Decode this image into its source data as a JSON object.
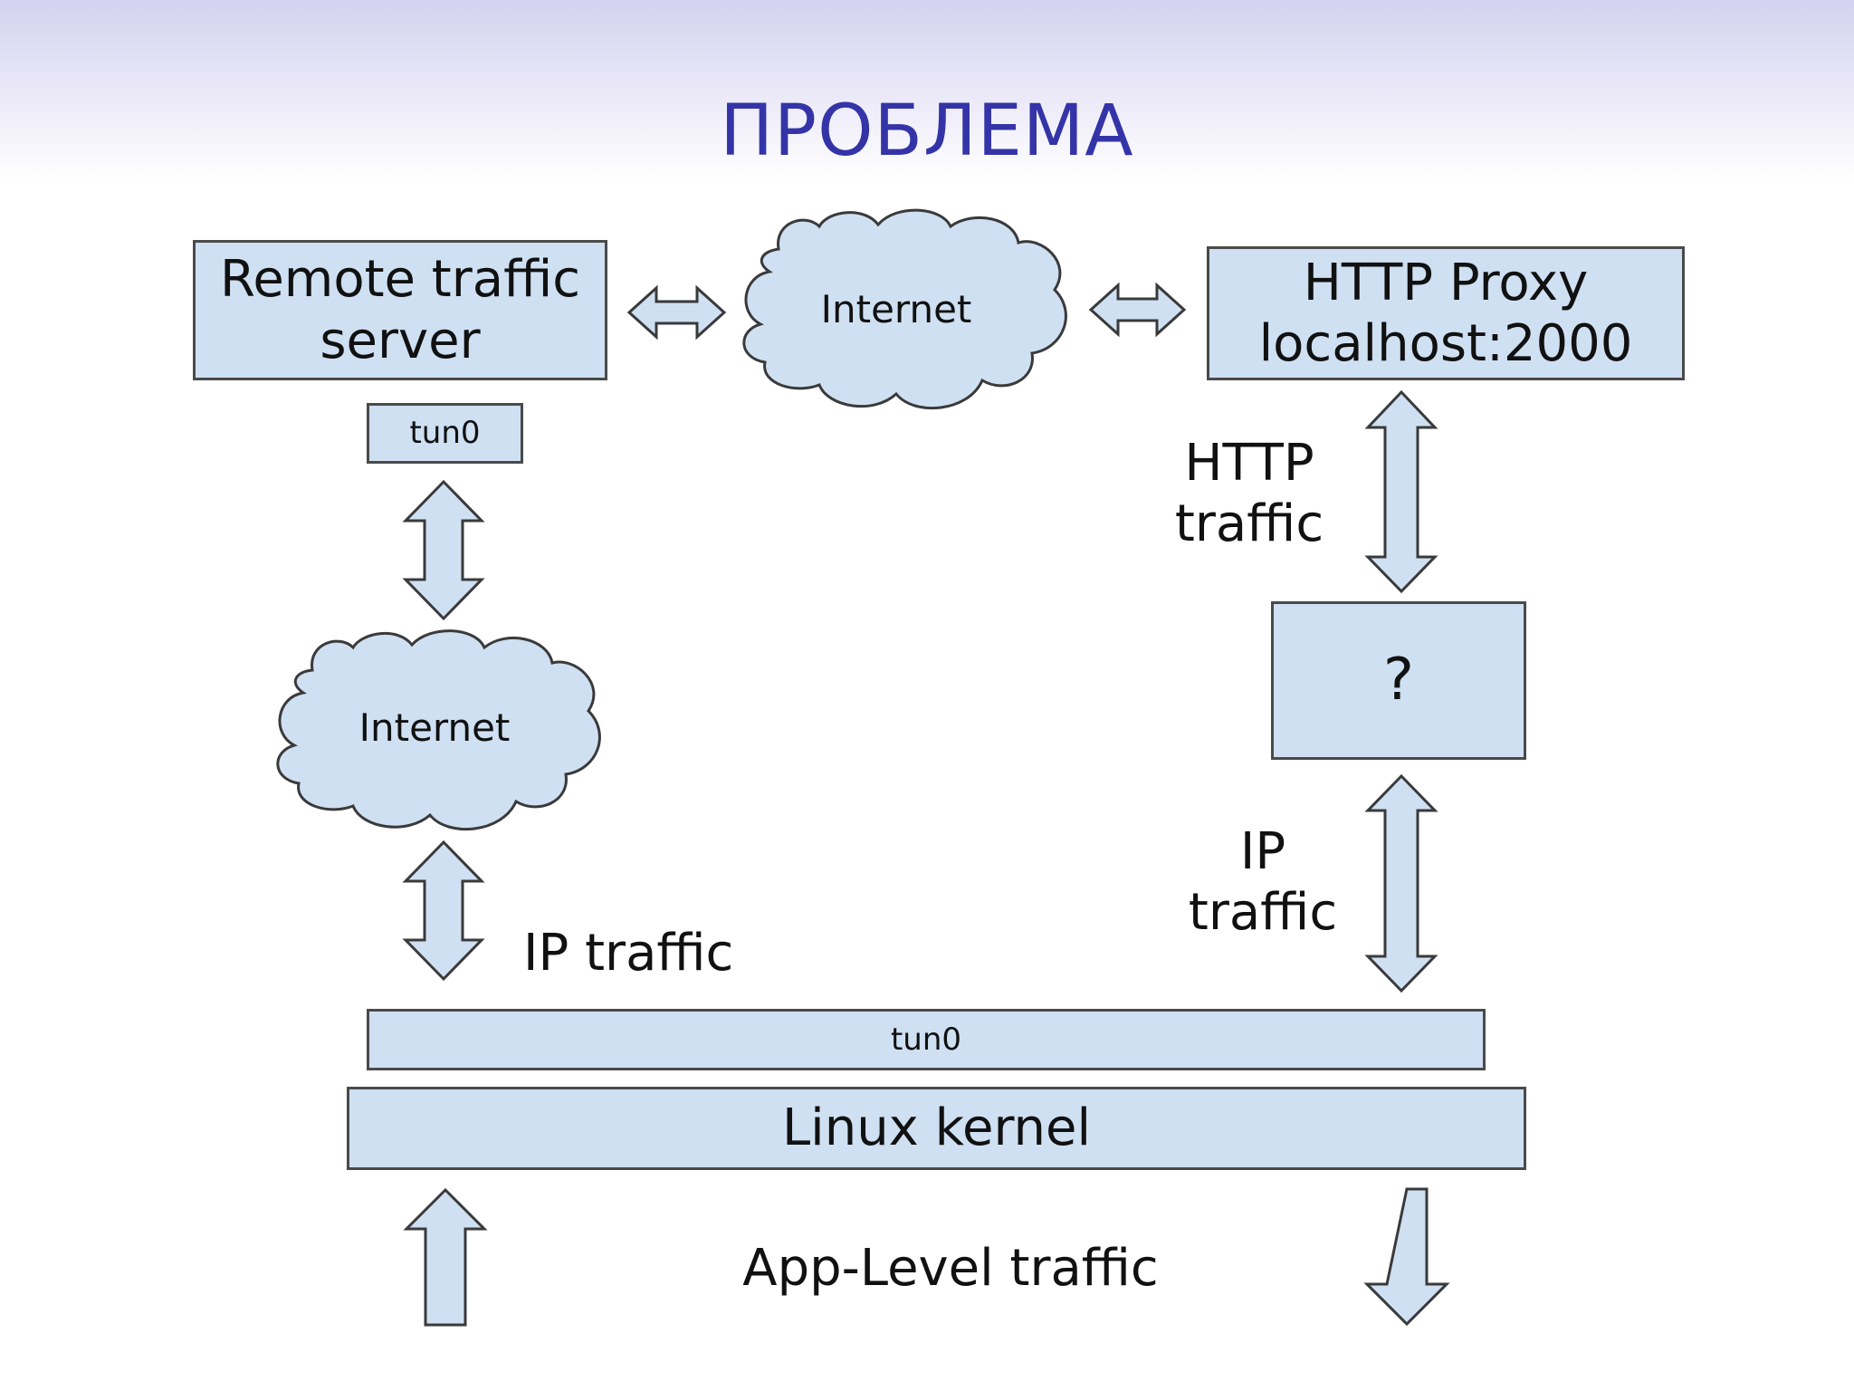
{
  "slide": {
    "title": "ПРОБЛЕМА"
  },
  "diagram": {
    "remote_server": "Remote traffic\nserver",
    "remote_tun": "tun0",
    "cloud_top": "Internet",
    "cloud_left": "Internet",
    "http_proxy": "HTTP Proxy\nlocalhost:2000",
    "unknown_box": "?",
    "http_traffic_label": "HTTP\ntraffic",
    "ip_traffic_right_label": "IP\ntraffic",
    "ip_traffic_left_label": "IP traffic",
    "local_tun": "tun0",
    "kernel": "Linux kernel",
    "app_traffic_label": "App-Level traffic"
  },
  "colors": {
    "title": "#3434a8",
    "box_fill": "#cfe0f3",
    "outline": "#3a3a3a"
  }
}
